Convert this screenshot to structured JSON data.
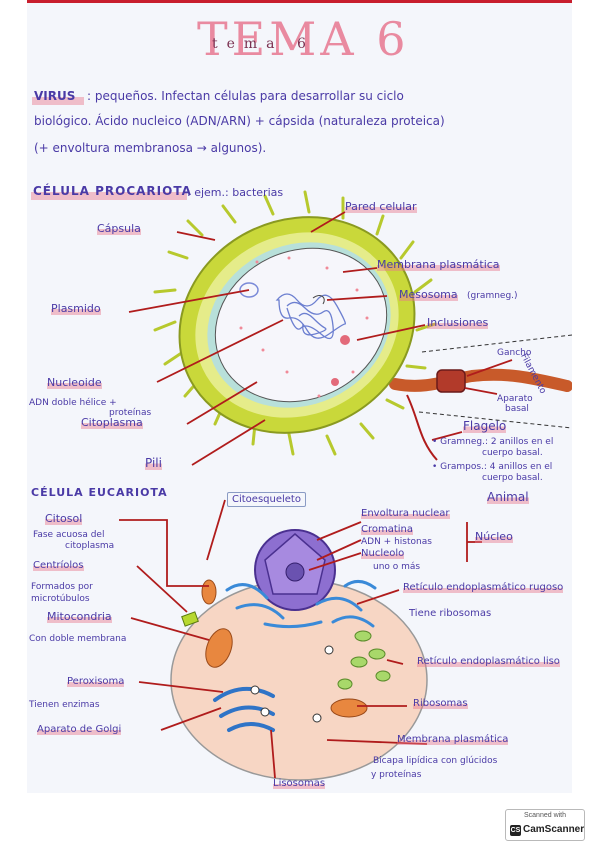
{
  "page": {
    "title": "TEMA 6",
    "title_scribble": "tema 6",
    "virus": {
      "term": "VIRUS",
      "line1": ": pequeños. Infectan células para desarrollar su ciclo",
      "line2": "biológico. Ácido nucleico (ADN/ARN) + cápsida (naturaleza proteica)",
      "line3": "(+ envoltura membranosa → algunos)."
    }
  },
  "prokaryote": {
    "heading": "CÉLULA PROCARIOTA",
    "example": ": ejem.: bacterias",
    "labels": {
      "capsula": "Cápsula",
      "pared": "Pared celular",
      "membrana": "Membrana plasmática",
      "mesosoma": "Mesosoma",
      "mesosoma_note": "(gramneg.)",
      "plasmido": "Plasmido",
      "inclusiones": "Inclusiones",
      "gancho": "Gancho",
      "filamento": "Filamento",
      "nucleoide": "Nucleoide",
      "nucleoide_note1": "ADN doble hélice +",
      "nucleoide_note2": "proteínas",
      "aparato_basal1": "Aparato",
      "aparato_basal2": "basal",
      "citoplasma": "Citoplasma",
      "flagelo": "Flagelo",
      "gramneg1": "• Gramneg.: 2 anillos en el",
      "gramneg2": "cuerpo basal.",
      "grampos1": "• Grampos.: 4 anillos en el",
      "grampos2": "cuerpo basal.",
      "pili": "Pili"
    }
  },
  "eukaryote": {
    "heading": "CÉLULA EUCARIOTA",
    "animal": "Animal",
    "labels": {
      "citoesqueleto": "Citoesqueleto",
      "citosol": "Citosol",
      "citosol_note1": "Fase acuosa del",
      "citosol_note2": "citoplasma",
      "envoltura": "Envoltura nuclear",
      "cromatina": "Cromatina",
      "cromatina_note": "ADN + histonas",
      "nucleolo": "Nucleolo",
      "nucleolo_note": "uno o más",
      "nucleo": "Núcleo",
      "centriolos": "Centríolos",
      "centriolos_note1": "Formados por",
      "centriolos_note2": "microtúbulos",
      "rer": "Retículo endoplasmático rugoso",
      "rer_note": "Tiene ribosomas",
      "mitocondria": "Mitocondria",
      "mitocondria_note": "Con doble membrana",
      "rel": "Retículo endoplasmático liso",
      "peroxisoma": "Peroxisoma",
      "peroxisoma_note": "Tienen enzimas",
      "ribosomas": "Ribosomas",
      "golgi": "Aparato de Golgi",
      "membrana": "Membrana plasmática",
      "membrana_note1": "Bicapa lipídica con glúcidos",
      "membrana_note2": "y proteínas",
      "lisosomas": "Lisosomas"
    }
  },
  "scanner": {
    "line1": "Scanned with",
    "line2": "CamScanner",
    "icon": "CS"
  },
  "colors": {
    "ink": "#4a3aa6",
    "arrow": "#b01c1c",
    "highlight": "#e8788c",
    "cell_wall": "#c9d83a",
    "nucleus": "#7a5bc0"
  }
}
